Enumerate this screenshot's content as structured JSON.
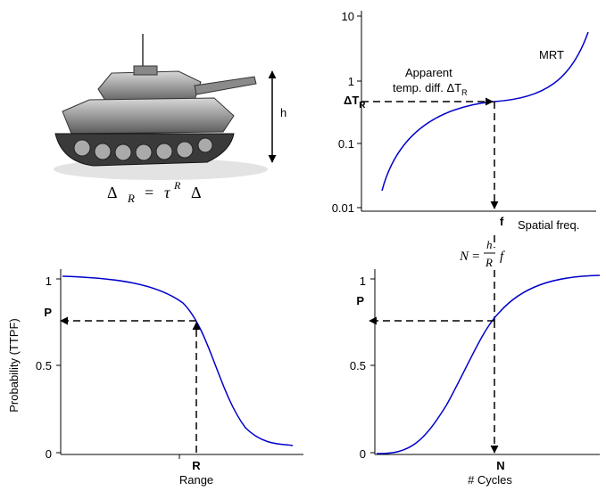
{
  "tank": {
    "height_label": "h",
    "equation": {
      "delta": "Δ",
      "sub_r": "R",
      "equals": "=",
      "tau": "τ",
      "sup_r": "R"
    }
  },
  "mrt_plot": {
    "y_ticks": [
      "10",
      "1",
      "0.1",
      "0.01"
    ],
    "curve_label": "MRT",
    "marker_label": "ΔT",
    "marker_sub": "R",
    "annotation_line1": "Apparent",
    "annotation_line2": "temp. diff. ΔT",
    "annotation_sub": "R",
    "x_marker": "f",
    "x_label": "Spatial freq.",
    "y_scale": "log"
  },
  "cycles_equation": {
    "lhs": "N",
    "equals": "=",
    "num": "h",
    "den": "R",
    "factor": "f"
  },
  "range_plot": {
    "y_label": "Probability (TTPF)",
    "y_ticks": [
      "1",
      "0.5",
      "0"
    ],
    "p_marker": "P",
    "x_marker": "R",
    "x_label": "Range"
  },
  "cycles_plot": {
    "y_ticks": [
      "1",
      "0.5",
      "0"
    ],
    "p_marker": "P",
    "x_marker": "N",
    "x_label": "# Cycles"
  },
  "colors": {
    "curve": "#0000cc",
    "axes": "#000000"
  }
}
